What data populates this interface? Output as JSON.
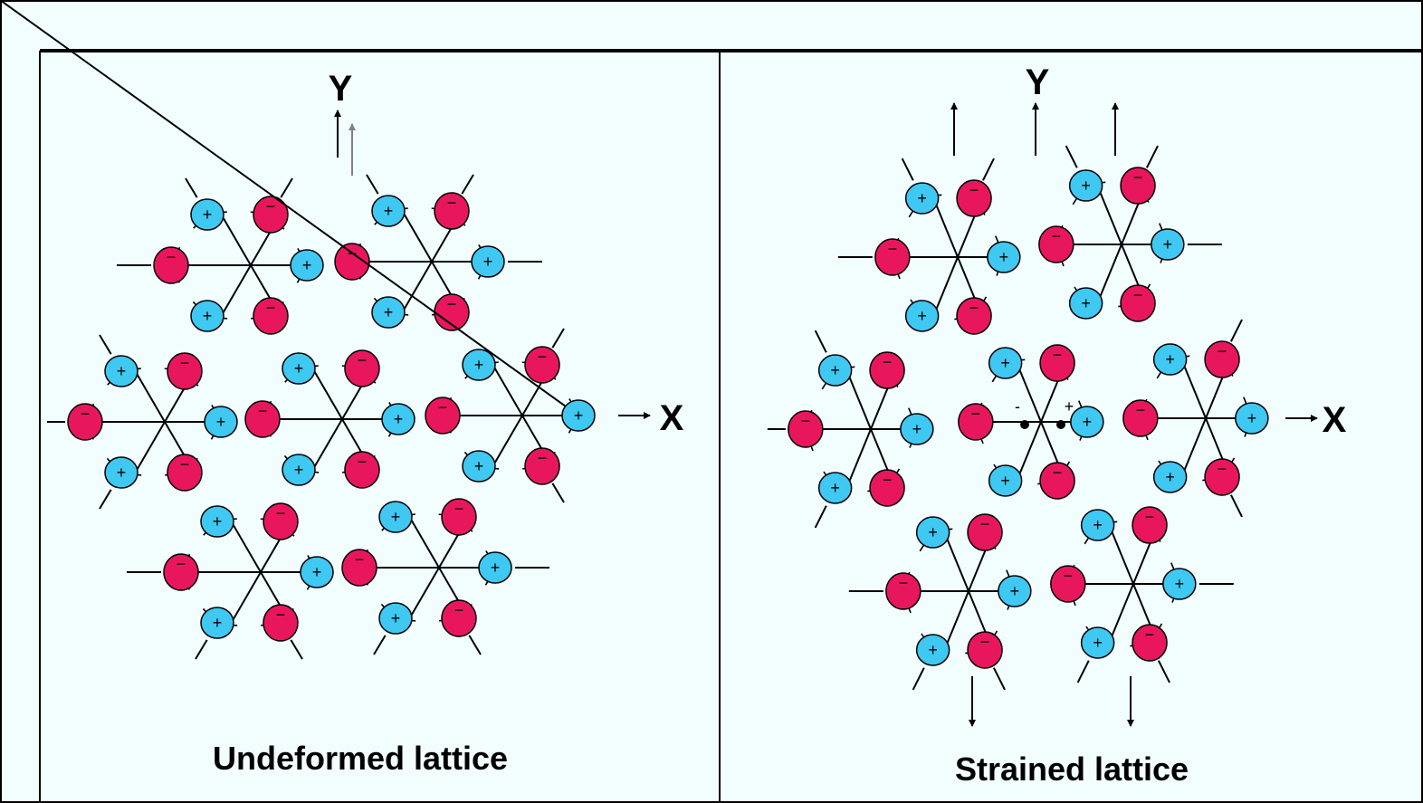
{
  "colors": {
    "background": "#f2fefe",
    "positive_ion": "#3ec8f2",
    "negative_ion": "#e8175d",
    "line": "#000000",
    "old_arrow": "#808080"
  },
  "signs": {
    "positive": "+",
    "negative": "−"
  },
  "panels": [
    {
      "id": "undeformed",
      "caption": "Undeformed lattice",
      "y_axis_label": "Y",
      "x_axis_label": "X",
      "cells": 7,
      "ions_per_cell": 6
    },
    {
      "id": "strained",
      "caption": "Strained lattice",
      "y_axis_label": "Y",
      "x_axis_label": "X",
      "cells": 7,
      "ions_per_cell": 6,
      "dipole": {
        "minus": "-",
        "plus": "+"
      }
    }
  ]
}
